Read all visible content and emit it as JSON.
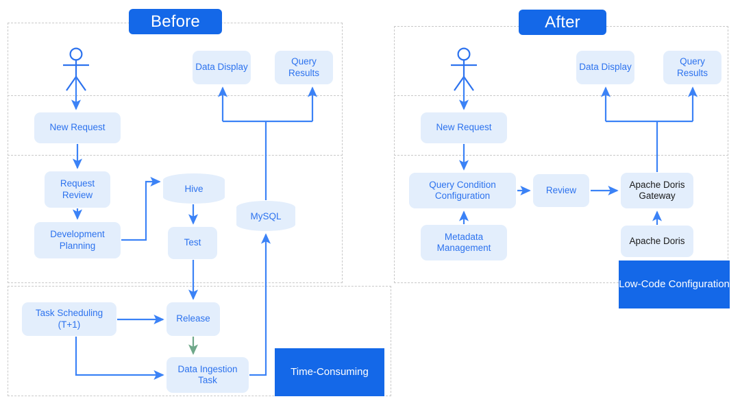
{
  "diagram": {
    "type": "flow-comparison",
    "accent_color": "#1468e8",
    "node_fill": "#e3eefc",
    "node_text_color": "#2c72ee",
    "dashed_border_color": "#c8c8c8",
    "panels": [
      {
        "id": "before",
        "title": "Before",
        "actor": "user-actor",
        "nodes": [
          {
            "id": "b-data-display",
            "label": "Data Display",
            "shape": "rounded-rect"
          },
          {
            "id": "b-query-results",
            "label": "Query Results",
            "shape": "rounded-rect"
          },
          {
            "id": "b-new-request",
            "label": "New Request",
            "shape": "rounded-rect"
          },
          {
            "id": "b-request-review",
            "label": "Request Review",
            "shape": "rounded-rect"
          },
          {
            "id": "b-development-planning",
            "label": "Development Planning",
            "shape": "rounded-rect"
          },
          {
            "id": "b-hive",
            "label": "Hive",
            "shape": "cylinder"
          },
          {
            "id": "b-test",
            "label": "Test",
            "shape": "rounded-rect"
          },
          {
            "id": "b-mysql",
            "label": "MySQL",
            "shape": "cylinder"
          },
          {
            "id": "b-task-scheduling",
            "label": "Task Scheduling (T+1)",
            "shape": "rounded-rect"
          },
          {
            "id": "b-release",
            "label": "Release",
            "shape": "rounded-rect"
          },
          {
            "id": "b-data-ingestion",
            "label": "Data Ingestion Task",
            "shape": "rounded-rect"
          }
        ],
        "flag": {
          "id": "time-consuming",
          "label": "Time-Consuming"
        }
      },
      {
        "id": "after",
        "title": "After",
        "actor": "user-actor",
        "nodes": [
          {
            "id": "a-data-display",
            "label": "Data Display",
            "shape": "rounded-rect"
          },
          {
            "id": "a-query-results",
            "label": "Query Results",
            "shape": "rounded-rect"
          },
          {
            "id": "a-new-request",
            "label": "New Request",
            "shape": "rounded-rect"
          },
          {
            "id": "a-query-condition",
            "label": "Query Condition Configuration",
            "shape": "rounded-rect"
          },
          {
            "id": "a-metadata",
            "label": "Metadata Management",
            "shape": "rounded-rect"
          },
          {
            "id": "a-review",
            "label": "Review",
            "shape": "rounded-rect"
          },
          {
            "id": "a-doris-gateway",
            "label": "Apache Doris Gateway",
            "shape": "rounded-rect",
            "text_style": "dark"
          },
          {
            "id": "a-doris",
            "label": "Apache Doris",
            "shape": "rounded-rect",
            "text_style": "dark"
          }
        ],
        "flag": {
          "id": "low-code-configuration",
          "label": "Low-Code Configuration"
        }
      }
    ]
  },
  "before": {
    "title": "Before",
    "nodes": {
      "data_display": "Data Display",
      "query_results": "Query Results",
      "new_request": "New Request",
      "request_review": "Request Review",
      "development_planning": "Development Planning",
      "hive": "Hive",
      "test": "Test",
      "mysql": "MySQL",
      "task_scheduling": "Task Scheduling (T+1)",
      "task_scheduling_line1": "Task Scheduling",
      "task_scheduling_line2": "(T+1)",
      "release": "Release",
      "data_ingestion_line1": "Data Ingestion",
      "data_ingestion_line2": "Task"
    },
    "flag_label": "Time-Consuming"
  },
  "after": {
    "title": "After",
    "nodes": {
      "data_display": "Data Display",
      "query_results": "Query Results",
      "new_request": "New Request",
      "query_condition_line1": "Query Condition",
      "query_condition_line2": "Configuration",
      "metadata_line1": "Metadata",
      "metadata_line2": "Management",
      "review": "Review",
      "doris_gateway_line1": "Apache Doris",
      "doris_gateway_line2": "Gateway",
      "doris": "Apache Doris"
    },
    "flag_label": "Low-Code Configuration"
  }
}
